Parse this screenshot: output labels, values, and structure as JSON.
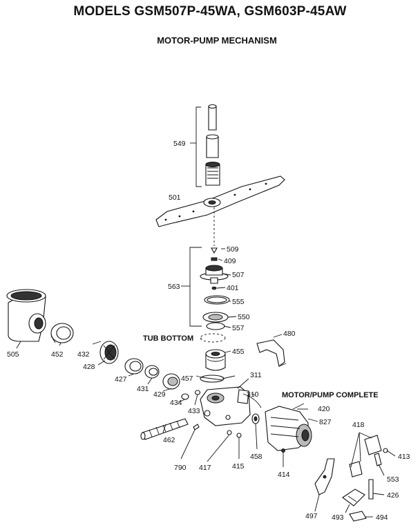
{
  "header": {
    "title": "MODELS GSM507P-45WA, GSM603P-45AW",
    "subtitle": "MOTOR-PUMP MECHANISM"
  },
  "notes": {
    "tub_bottom": "TUB BOTTOM",
    "motor_pump_complete": "MOTOR/PUMP COMPLETE"
  },
  "callouts": {
    "p549": "549",
    "p501": "501",
    "p509": "509",
    "p409": "409",
    "p507": "507",
    "p563": "563",
    "p401": "401",
    "p555": "555",
    "p550": "550",
    "p557": "557",
    "p480": "480",
    "p455": "455",
    "p505": "505",
    "p452": "452",
    "p432": "432",
    "p428": "428",
    "p427": "427",
    "p431": "431",
    "p429": "429",
    "p457": "457",
    "p311": "311",
    "p310": "310",
    "p420": "420",
    "p827": "827",
    "p434": "434",
    "p433": "433",
    "p418": "418",
    "p413": "413",
    "p462": "462",
    "p458": "458",
    "p553": "553",
    "p790": "790",
    "p417": "417",
    "p415": "415",
    "p414": "414",
    "p426": "426",
    "p497": "497",
    "p493": "493",
    "p494": "494"
  }
}
